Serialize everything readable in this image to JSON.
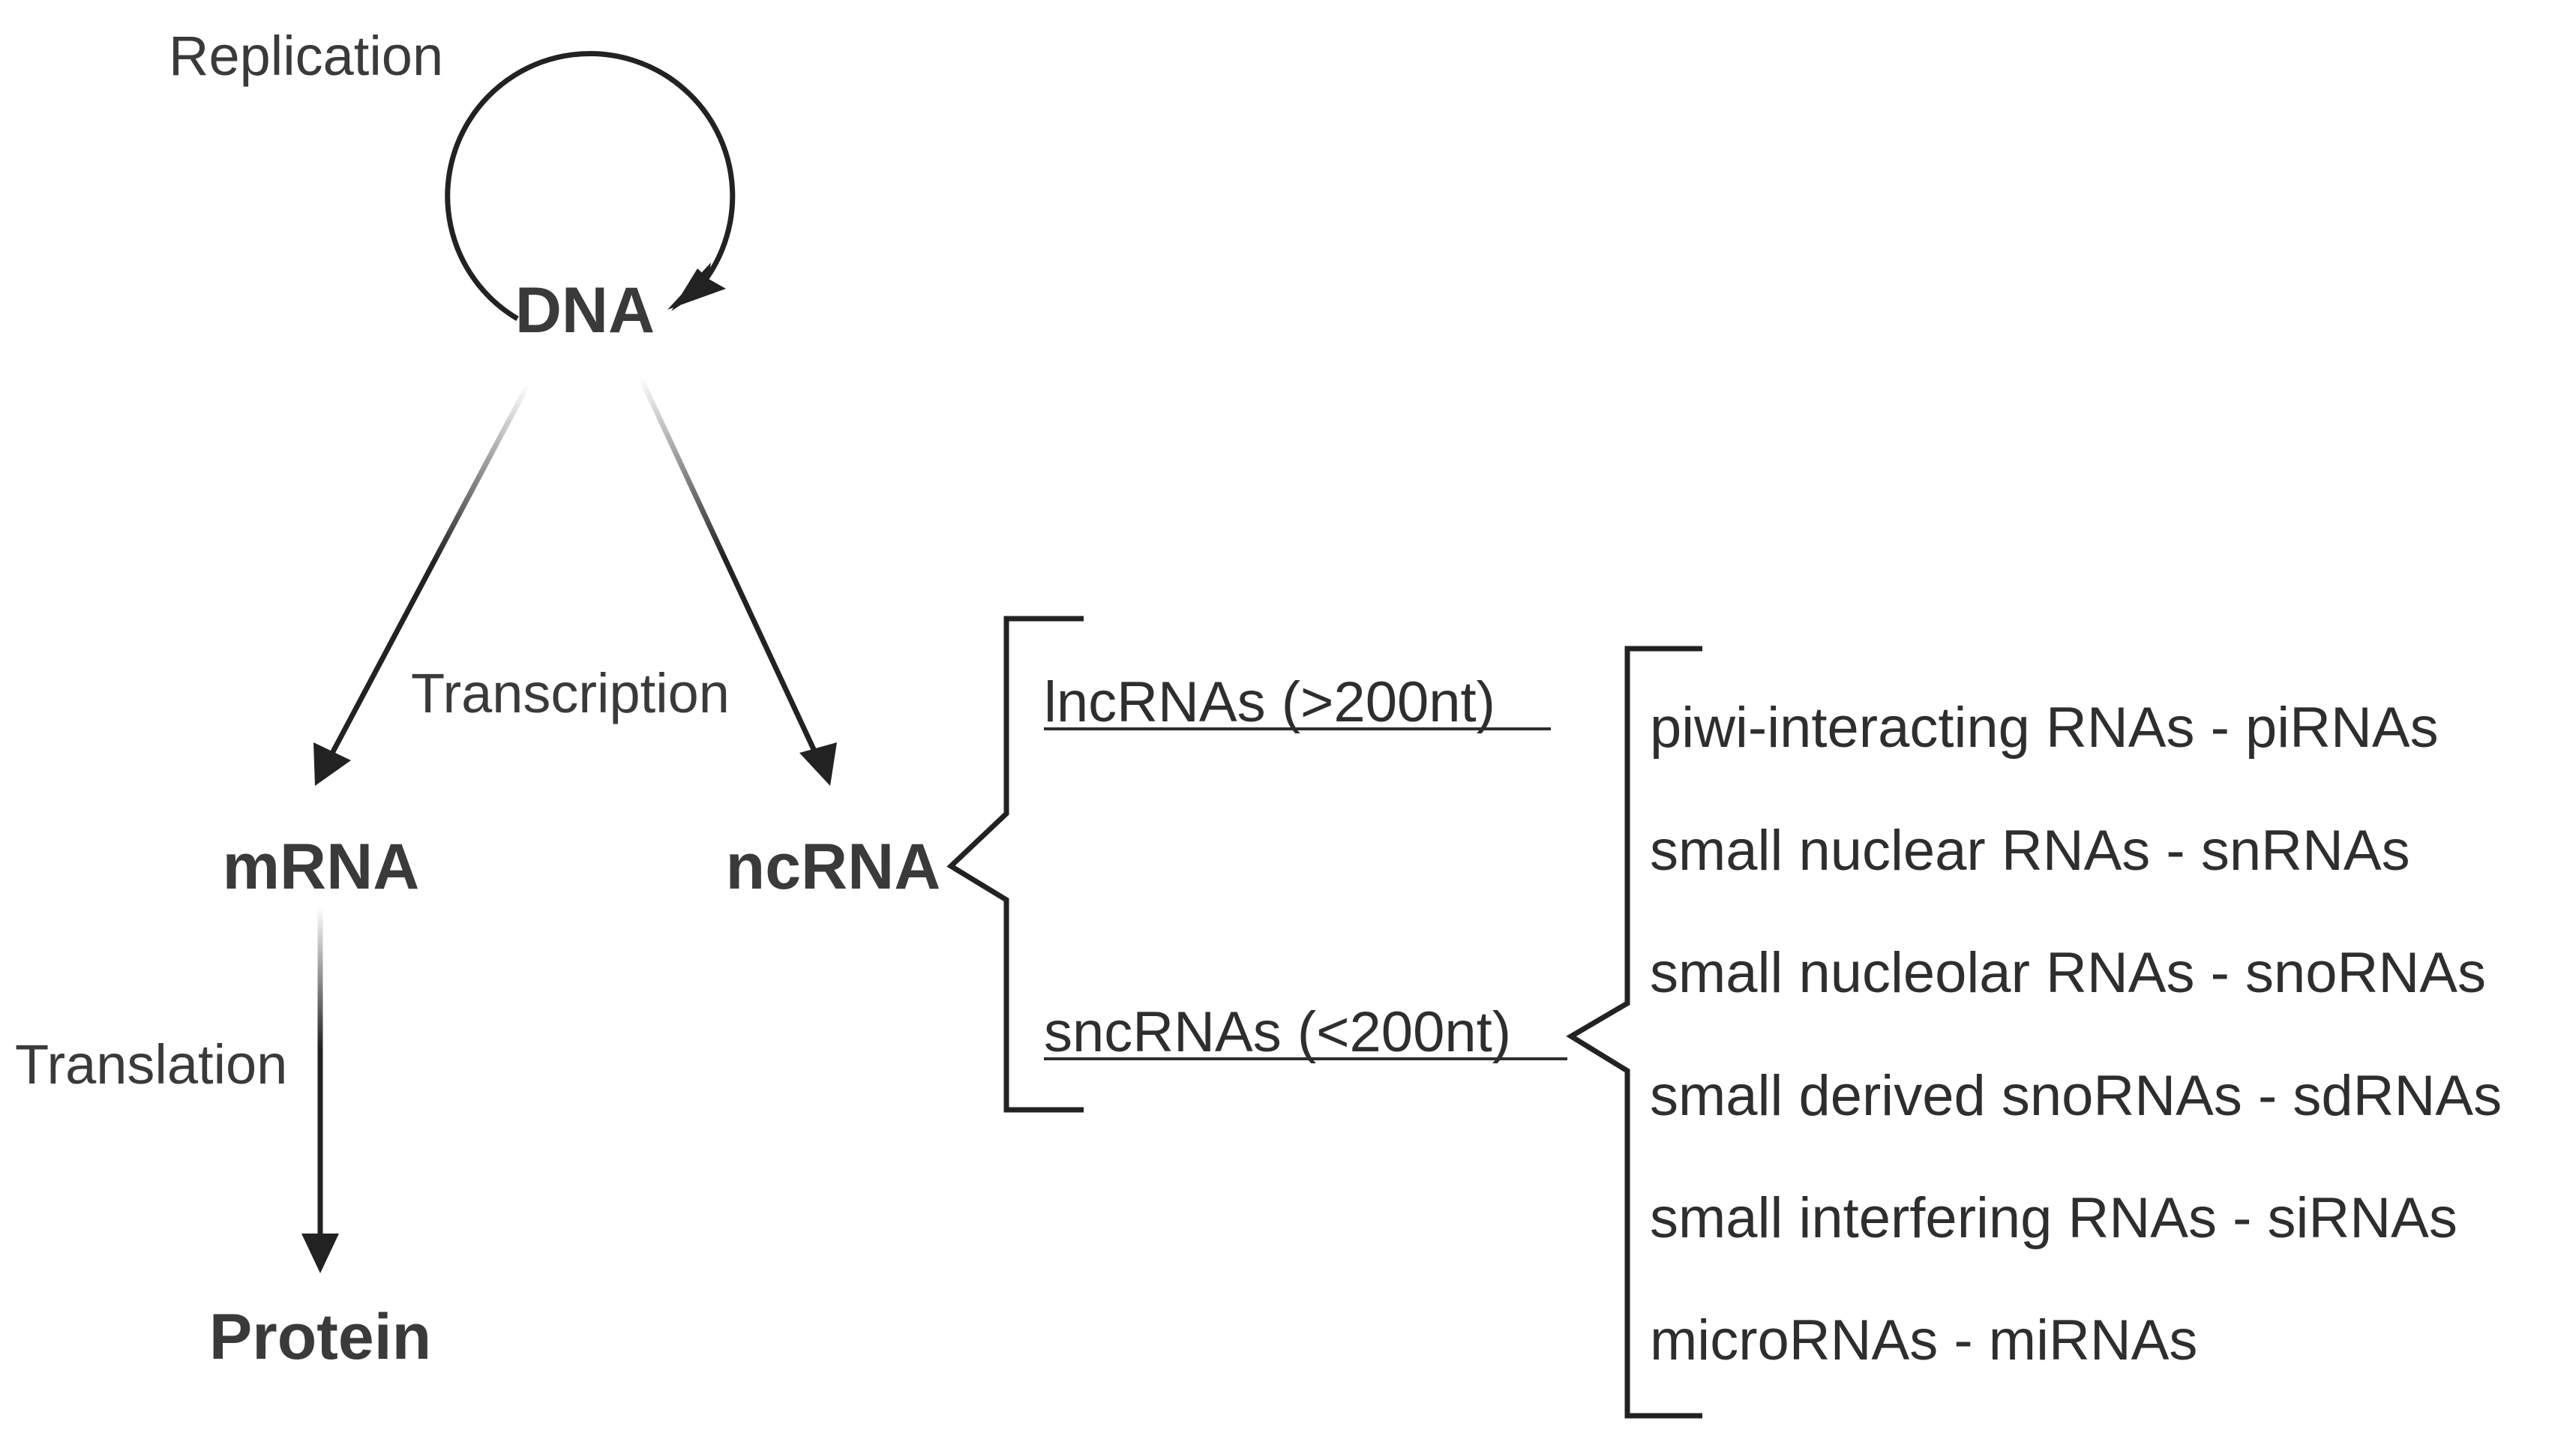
{
  "nodes": {
    "dna": "DNA",
    "mrna": "mRNA",
    "ncrna": "ncRNA",
    "protein": "Protein"
  },
  "processes": {
    "replication": "Replication",
    "transcription": "Transcription",
    "translation": "Translation"
  },
  "ncrna_classes": {
    "long": "lncRNAs (>200nt)",
    "short": "sncRNAs (<200nt)"
  },
  "sncrna_types": [
    "piwi-interacting RNAs - piRNAs",
    "small nuclear RNAs - snRNAs",
    "small nucleolar RNAs - snoRNAs",
    "small derived snoRNAs - sdRNAs",
    "small interfering RNAs - siRNAs",
    "microRNAs - miRNAs"
  ]
}
